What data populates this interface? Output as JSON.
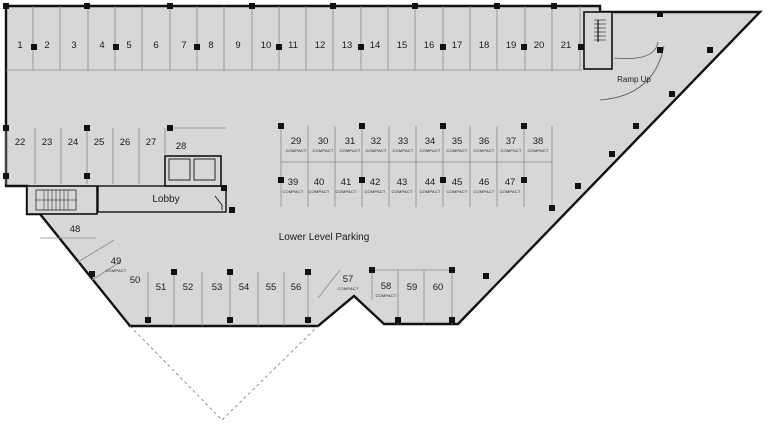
{
  "title": "Lower Level Parking",
  "features": {
    "lobby": "Lobby",
    "ramp": "Ramp Up"
  },
  "compact_label": "COMPACT",
  "stalls": [
    {
      "num": "1"
    },
    {
      "num": "2"
    },
    {
      "num": "3"
    },
    {
      "num": "4"
    },
    {
      "num": "5"
    },
    {
      "num": "6"
    },
    {
      "num": "7"
    },
    {
      "num": "8"
    },
    {
      "num": "9"
    },
    {
      "num": "10"
    },
    {
      "num": "11"
    },
    {
      "num": "12"
    },
    {
      "num": "13"
    },
    {
      "num": "14"
    },
    {
      "num": "15"
    },
    {
      "num": "16"
    },
    {
      "num": "17"
    },
    {
      "num": "18"
    },
    {
      "num": "19"
    },
    {
      "num": "20"
    },
    {
      "num": "21"
    },
    {
      "num": "22"
    },
    {
      "num": "23"
    },
    {
      "num": "24"
    },
    {
      "num": "25"
    },
    {
      "num": "26"
    },
    {
      "num": "27"
    },
    {
      "num": "28"
    },
    {
      "num": "29",
      "compact": true
    },
    {
      "num": "30",
      "compact": true
    },
    {
      "num": "31",
      "compact": true
    },
    {
      "num": "32",
      "compact": true
    },
    {
      "num": "33",
      "compact": true
    },
    {
      "num": "34",
      "compact": true
    },
    {
      "num": "35",
      "compact": true
    },
    {
      "num": "36",
      "compact": true
    },
    {
      "num": "37",
      "compact": true
    },
    {
      "num": "38",
      "compact": true
    },
    {
      "num": "39",
      "compact": true
    },
    {
      "num": "40",
      "compact": true
    },
    {
      "num": "41",
      "compact": true
    },
    {
      "num": "42",
      "compact": true
    },
    {
      "num": "43",
      "compact": true
    },
    {
      "num": "44",
      "compact": true
    },
    {
      "num": "45",
      "compact": true
    },
    {
      "num": "46",
      "compact": true
    },
    {
      "num": "47",
      "compact": true
    },
    {
      "num": "48"
    },
    {
      "num": "49",
      "compact": true
    },
    {
      "num": "50"
    },
    {
      "num": "51"
    },
    {
      "num": "52"
    },
    {
      "num": "53"
    },
    {
      "num": "54"
    },
    {
      "num": "55"
    },
    {
      "num": "56"
    },
    {
      "num": "57",
      "compact": true
    },
    {
      "num": "58",
      "compact": true
    },
    {
      "num": "59"
    },
    {
      "num": "60"
    }
  ],
  "colors": {
    "floor": "#d7d7d7",
    "wall": "#111111",
    "line": "#8a8a8a",
    "column": "#111111"
  }
}
